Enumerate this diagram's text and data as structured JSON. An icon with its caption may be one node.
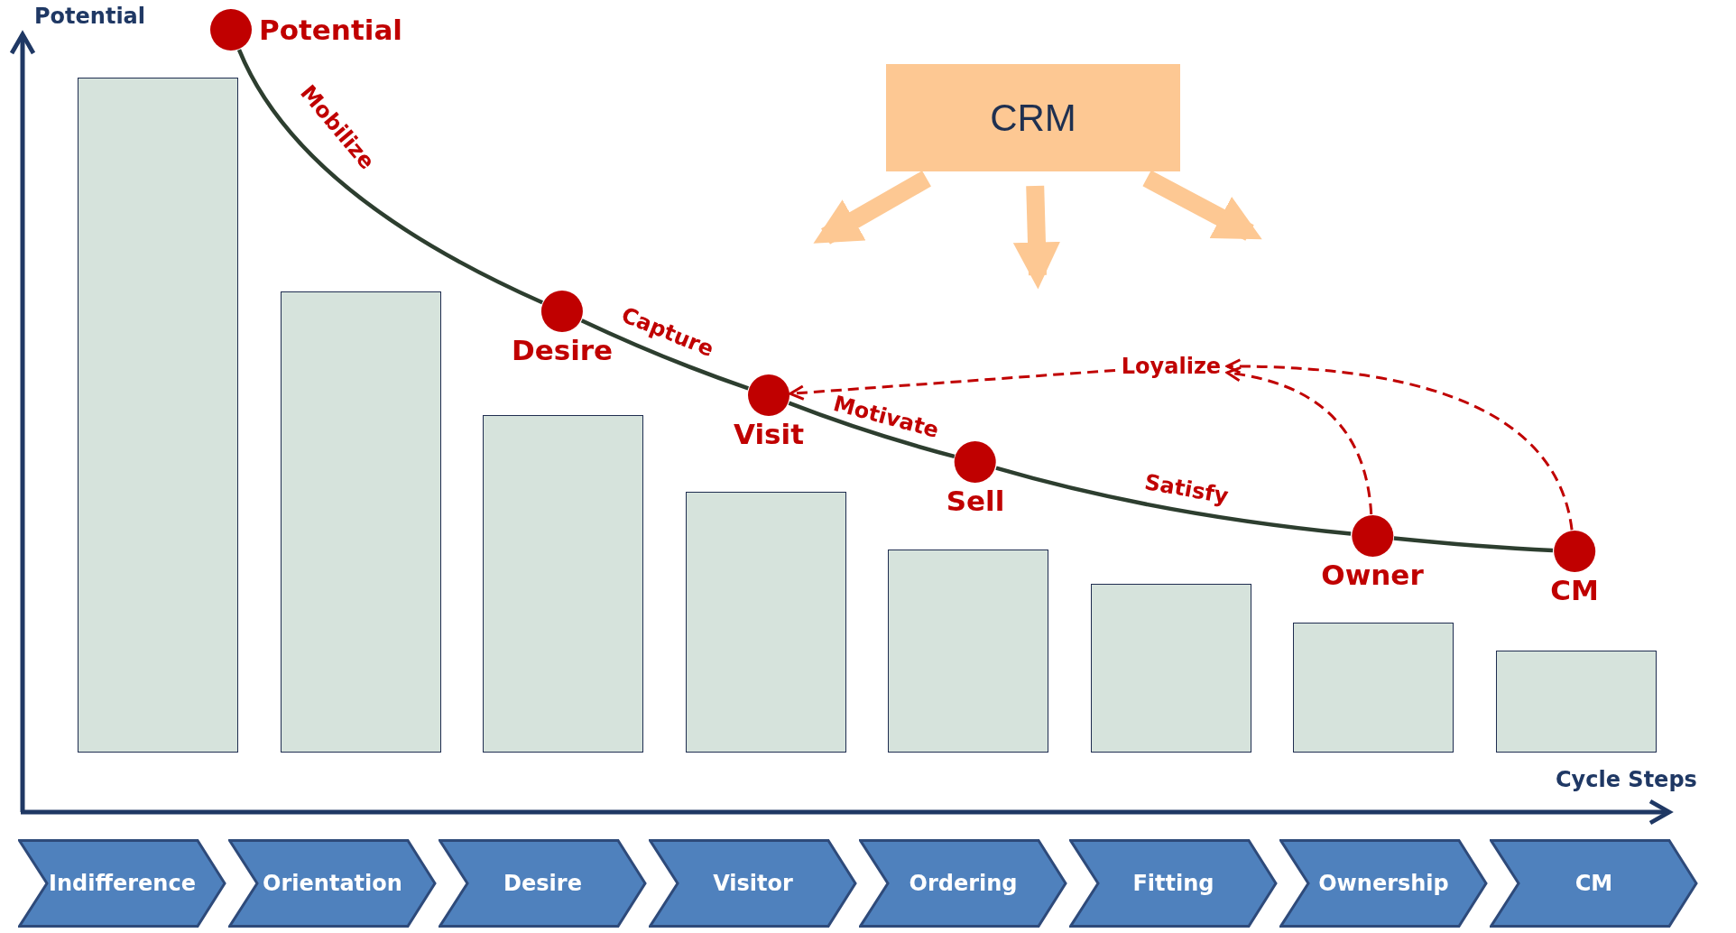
{
  "diagram": {
    "nodes": [
      {
        "text": [
          "Potential"
        ]
      },
      {
        "text": [
          "Desire"
        ]
      },
      {
        "text": [
          "Visit"
        ]
      },
      {
        "text": [
          "Sell"
        ]
      },
      {
        "text": [
          "Owner"
        ]
      },
      {
        "text": [
          "CM"
        ]
      },
      {
        "text": [
          "Loyalize"
        ]
      },
      {
        "text": [
          "CRM"
        ]
      },
      {
        "text": [
          "Indifference"
        ]
      },
      {
        "text": [
          "Orientation"
        ]
      },
      {
        "text": [
          "Desire"
        ]
      },
      {
        "text": [
          "Visitor"
        ]
      },
      {
        "text": [
          "Ordering"
        ]
      },
      {
        "text": [
          "Fitting"
        ]
      },
      {
        "text": [
          "Ownership"
        ]
      },
      {
        "text": [
          "CM"
        ]
      },
      {
        "text": [],
        "shape": "bar"
      },
      {
        "text": [],
        "shape": "bar"
      },
      {
        "text": [],
        "shape": "bar"
      },
      {
        "text": [],
        "shape": "bar"
      },
      {
        "text": [],
        "shape": "bar"
      },
      {
        "text": [],
        "shape": "bar"
      },
      {
        "text": [],
        "shape": "bar"
      },
      {
        "text": [],
        "shape": "bar"
      }
    ],
    "edges": [
      {
        "from": 0,
        "to": 1,
        "arrow": "none",
        "label": "Mobilize"
      },
      {
        "from": 1,
        "to": 2,
        "arrow": "none",
        "label": "Capture"
      },
      {
        "from": 2,
        "to": 3,
        "arrow": "none",
        "label": "Motivate"
      },
      {
        "from": 3,
        "to": 4,
        "arrow": "none",
        "label": "Satisfy"
      },
      {
        "from": 4,
        "to": 5,
        "arrow": "none"
      },
      {
        "from": 4,
        "to": 6,
        "arrow": "to",
        "style": "dashed",
        "color": "#c00000"
      },
      {
        "from": 5,
        "to": 6,
        "arrow": "to",
        "style": "dashed",
        "color": "#c00000"
      },
      {
        "from": 6,
        "to": 2,
        "arrow": "to",
        "style": "dashed",
        "color": "#c00000"
      },
      {
        "from": 7,
        "to": null,
        "arrow": "to",
        "style": "thick",
        "color": "#fdc893"
      },
      {
        "from": 7,
        "to": null,
        "arrow": "to",
        "style": "thick",
        "color": "#fdc893"
      },
      {
        "from": 7,
        "to": null,
        "arrow": "to",
        "style": "thick",
        "color": "#fdc893"
      }
    ],
    "labels": [
      "Potential",
      "Cycle Steps"
    ]
  }
}
